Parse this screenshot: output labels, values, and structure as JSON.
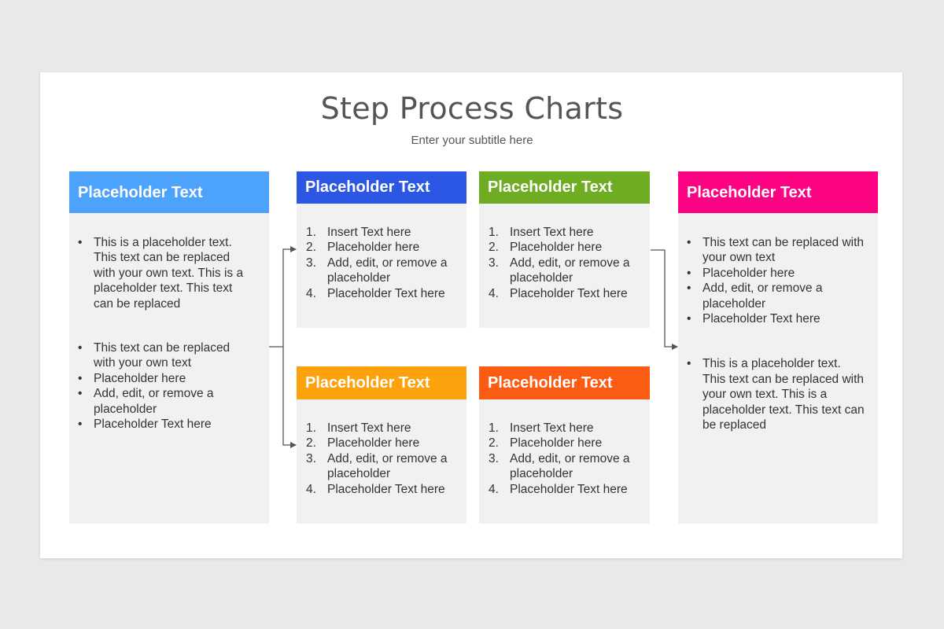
{
  "title": "Step Process Charts",
  "subtitle": "Enter your subtitle here",
  "colors": {
    "slide_bg": "#ffffff",
    "page_bg": "#e9e8ea",
    "card_bg": "#f1f1f1",
    "arrow": "#555555"
  },
  "cards": {
    "left": {
      "heading": "Placeholder Text",
      "color": "#4da3fb",
      "group1": [
        "This is a placeholder text. This text can be replaced with your own text. This is a placeholder text. This text can be replaced"
      ],
      "group2": [
        "This text can be replaced with your own text",
        "Placeholder here",
        "Add, edit, or remove a placeholder",
        "Placeholder Text here"
      ]
    },
    "top_blue": {
      "heading": "Placeholder Text",
      "color": "#2b57e4",
      "items": [
        {
          "num": "1.",
          "text": "Insert Text here"
        },
        {
          "num": "2.",
          "text": "Placeholder here"
        },
        {
          "num": "3.",
          "text": "Add, edit, or remove a placeholder"
        },
        {
          "num": "4.",
          "text": "Placeholder Text here"
        }
      ]
    },
    "top_green": {
      "heading": "Placeholder Text",
      "color": "#6eac21",
      "items": [
        {
          "num": "1.",
          "text": "Insert Text here"
        },
        {
          "num": "2.",
          "text": "Placeholder here"
        },
        {
          "num": "3.",
          "text": "Add, edit, or remove a placeholder"
        },
        {
          "num": "4.",
          "text": "Placeholder Text here"
        }
      ]
    },
    "bottom_orange": {
      "heading": "Placeholder Text",
      "color": "#fda20c",
      "items": [
        {
          "num": "1.",
          "text": "Insert Text here"
        },
        {
          "num": "2.",
          "text": "Placeholder here"
        },
        {
          "num": "3.",
          "text": "Add, edit, or remove a placeholder"
        },
        {
          "num": "4.",
          "text": "Placeholder Text here"
        }
      ]
    },
    "bottom_red": {
      "heading": "Placeholder Text",
      "color": "#fb5b12",
      "items": [
        {
          "num": "1.",
          "text": "Insert Text here"
        },
        {
          "num": "2.",
          "text": "Placeholder here"
        },
        {
          "num": "3.",
          "text": "Add, edit, or remove a placeholder"
        },
        {
          "num": "4.",
          "text": "Placeholder Text here"
        }
      ]
    },
    "right": {
      "heading": "Placeholder Text",
      "color": "#fd0384",
      "group1": [
        "This text can be replaced with your own text",
        "Placeholder here",
        "Add, edit, or remove a placeholder",
        "Placeholder Text here"
      ],
      "group2": [
        "This is a placeholder text. This text can be replaced with your own text. This is a placeholder text. This text can be replaced"
      ]
    }
  }
}
